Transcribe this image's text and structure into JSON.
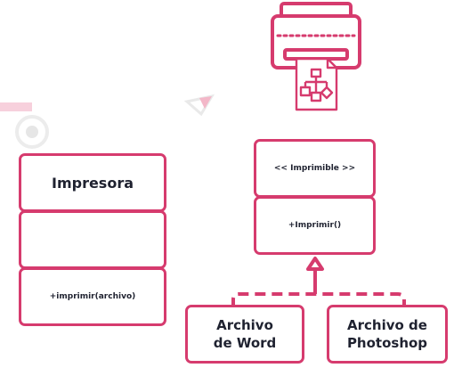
{
  "colors": {
    "accent": "#d63b6e",
    "text": "#1f2230",
    "muted": "#f4c9d6"
  },
  "icons": {
    "printer": "printer-icon",
    "document": "flowchart-document-icon"
  },
  "diagram": {
    "printer_class": {
      "name": "Impresora",
      "attributes": "",
      "method": "+imprimir(archivo)"
    },
    "interface": {
      "stereotype": "<< Imprimible >>",
      "method": "+Imprimir()"
    },
    "implementations": [
      {
        "line1": "Archivo",
        "line2": "de Word"
      },
      {
        "line1": "Archivo de",
        "line2": "Photoshop"
      }
    ]
  }
}
